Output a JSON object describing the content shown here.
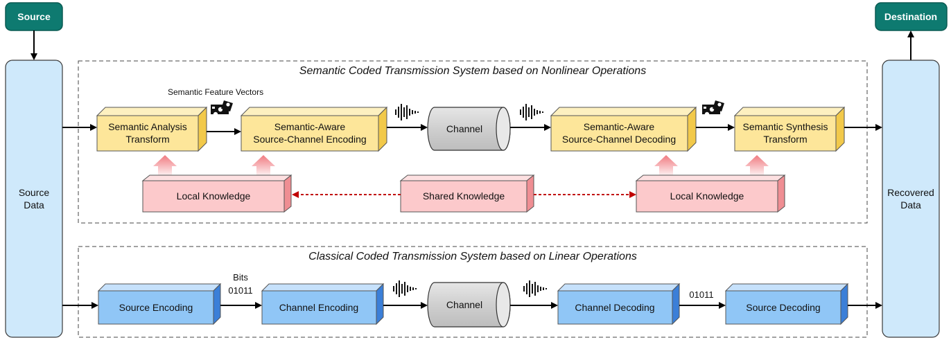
{
  "nodes": {
    "source": "Source",
    "destination": "Destination",
    "source_data": [
      "Source",
      "Data"
    ],
    "recovered_data": [
      "Recovered",
      "Data"
    ]
  },
  "semantic_system": {
    "title": "Semantic Coded Transmission System based on Nonlinear Operations",
    "feature_label": "Semantic Feature Vectors",
    "analysis": [
      "Semantic Analysis",
      "Transform"
    ],
    "encoding": [
      "Semantic-Aware",
      "Source-Channel Encoding"
    ],
    "channel": "Channel",
    "decoding": [
      "Semantic-Aware",
      "Source-Channel Decoding"
    ],
    "synthesis": [
      "Semantic Synthesis",
      "Transform"
    ],
    "local_knowledge_left": "Local Knowledge",
    "shared_knowledge": "Shared Knowledge",
    "local_knowledge_right": "Local Knowledge"
  },
  "classical_system": {
    "title": "Classical Coded Transmission System based on Linear Operations",
    "source_encoding": "Source Encoding",
    "bits_label": "Bits",
    "bits_value": "01011",
    "channel_encoding": "Channel Encoding",
    "channel": "Channel",
    "channel_decoding": "Channel Decoding",
    "decoded_bits": "01011",
    "source_decoding": "Source Decoding"
  },
  "colors": {
    "teal": "#0e7a70",
    "light_blue_panel": "#cfe9fb",
    "yellow_box": "#fde69a",
    "yellow_side": "#f2c94a",
    "pink_box": "#fcc9cb",
    "pink_side": "#ef8e93",
    "blue_box": "#90c6f6",
    "blue_side": "#3b7fd8",
    "channel_gray": "#d6d6d6",
    "dashed_red": "#c00000"
  },
  "icons": {
    "puzzle": "puzzle-icon",
    "signal": "signal-wave-icon",
    "knowledge_arrow": "up-arrow-icon"
  }
}
